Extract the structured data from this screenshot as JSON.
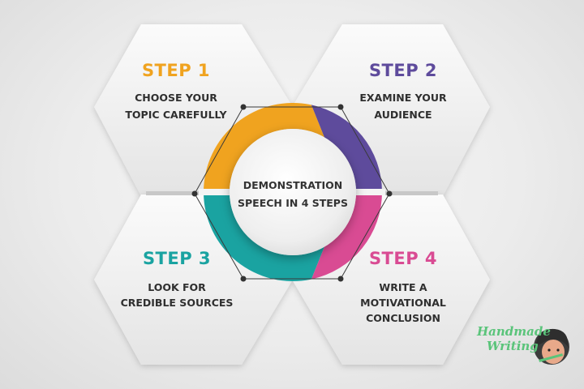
{
  "center": {
    "line1": "DEMONSTRATION",
    "line2": "SPEECH IN 4 STEPS"
  },
  "steps": [
    {
      "title": "STEP 1",
      "desc1": "CHOOSE YOUR",
      "desc2": "TOPIC CAREFULLY",
      "color": "#f0a31f"
    },
    {
      "title": "STEP 2",
      "desc1": "EXAMINE YOUR",
      "desc2": "AUDIENCE",
      "color": "#5e4b9c"
    },
    {
      "title": "STEP 3",
      "desc1": "LOOK FOR",
      "desc2": "CREDIBLE SOURCES",
      "color": "#1aa3a1"
    },
    {
      "title": "STEP 4",
      "desc1": "WRITE A",
      "desc2": "MOTIVATIONAL",
      "desc3": "CONCLUSION",
      "color": "#d94b93"
    }
  ],
  "brand": {
    "line1": "Handmade",
    "line2": "Writing",
    "color": "#5ac47a"
  }
}
